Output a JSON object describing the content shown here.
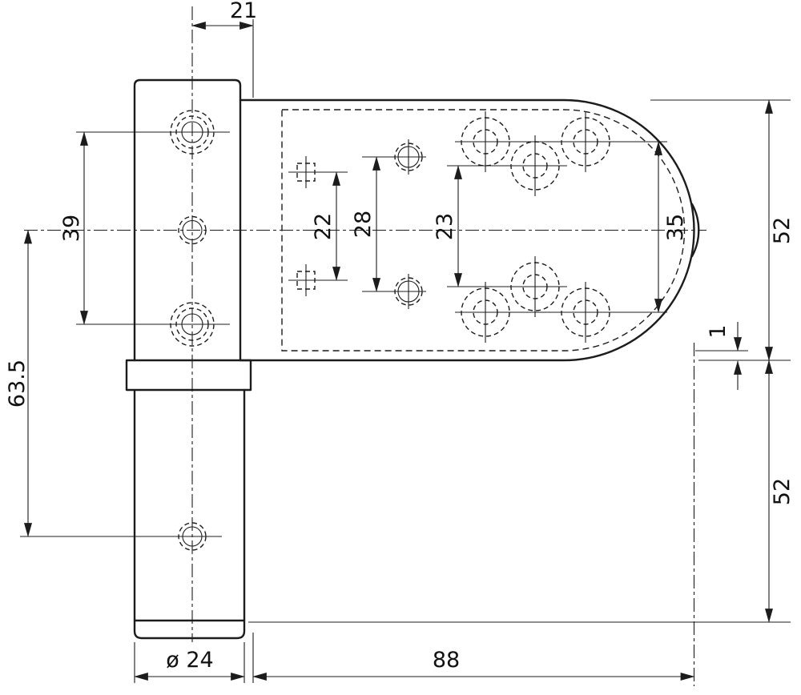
{
  "colors": {
    "line": "#1c1c1c",
    "background": "#ffffff"
  },
  "dimensions": {
    "pin_center_to_plate": "21",
    "leaf_hole_spacing": "39",
    "mid_hole_to_barrel_hole": "63.5",
    "slot_pair_spacing": "22",
    "center_hole_pair_spacing": "28",
    "cluster_mid_hole_spacing": "23",
    "cluster_row_spacing": "35",
    "plate_width_upper": "52",
    "plate_edge_offset": "1",
    "barrel_section_length": "52",
    "barrel_diameter": "ø 24",
    "plate_length": "88"
  }
}
